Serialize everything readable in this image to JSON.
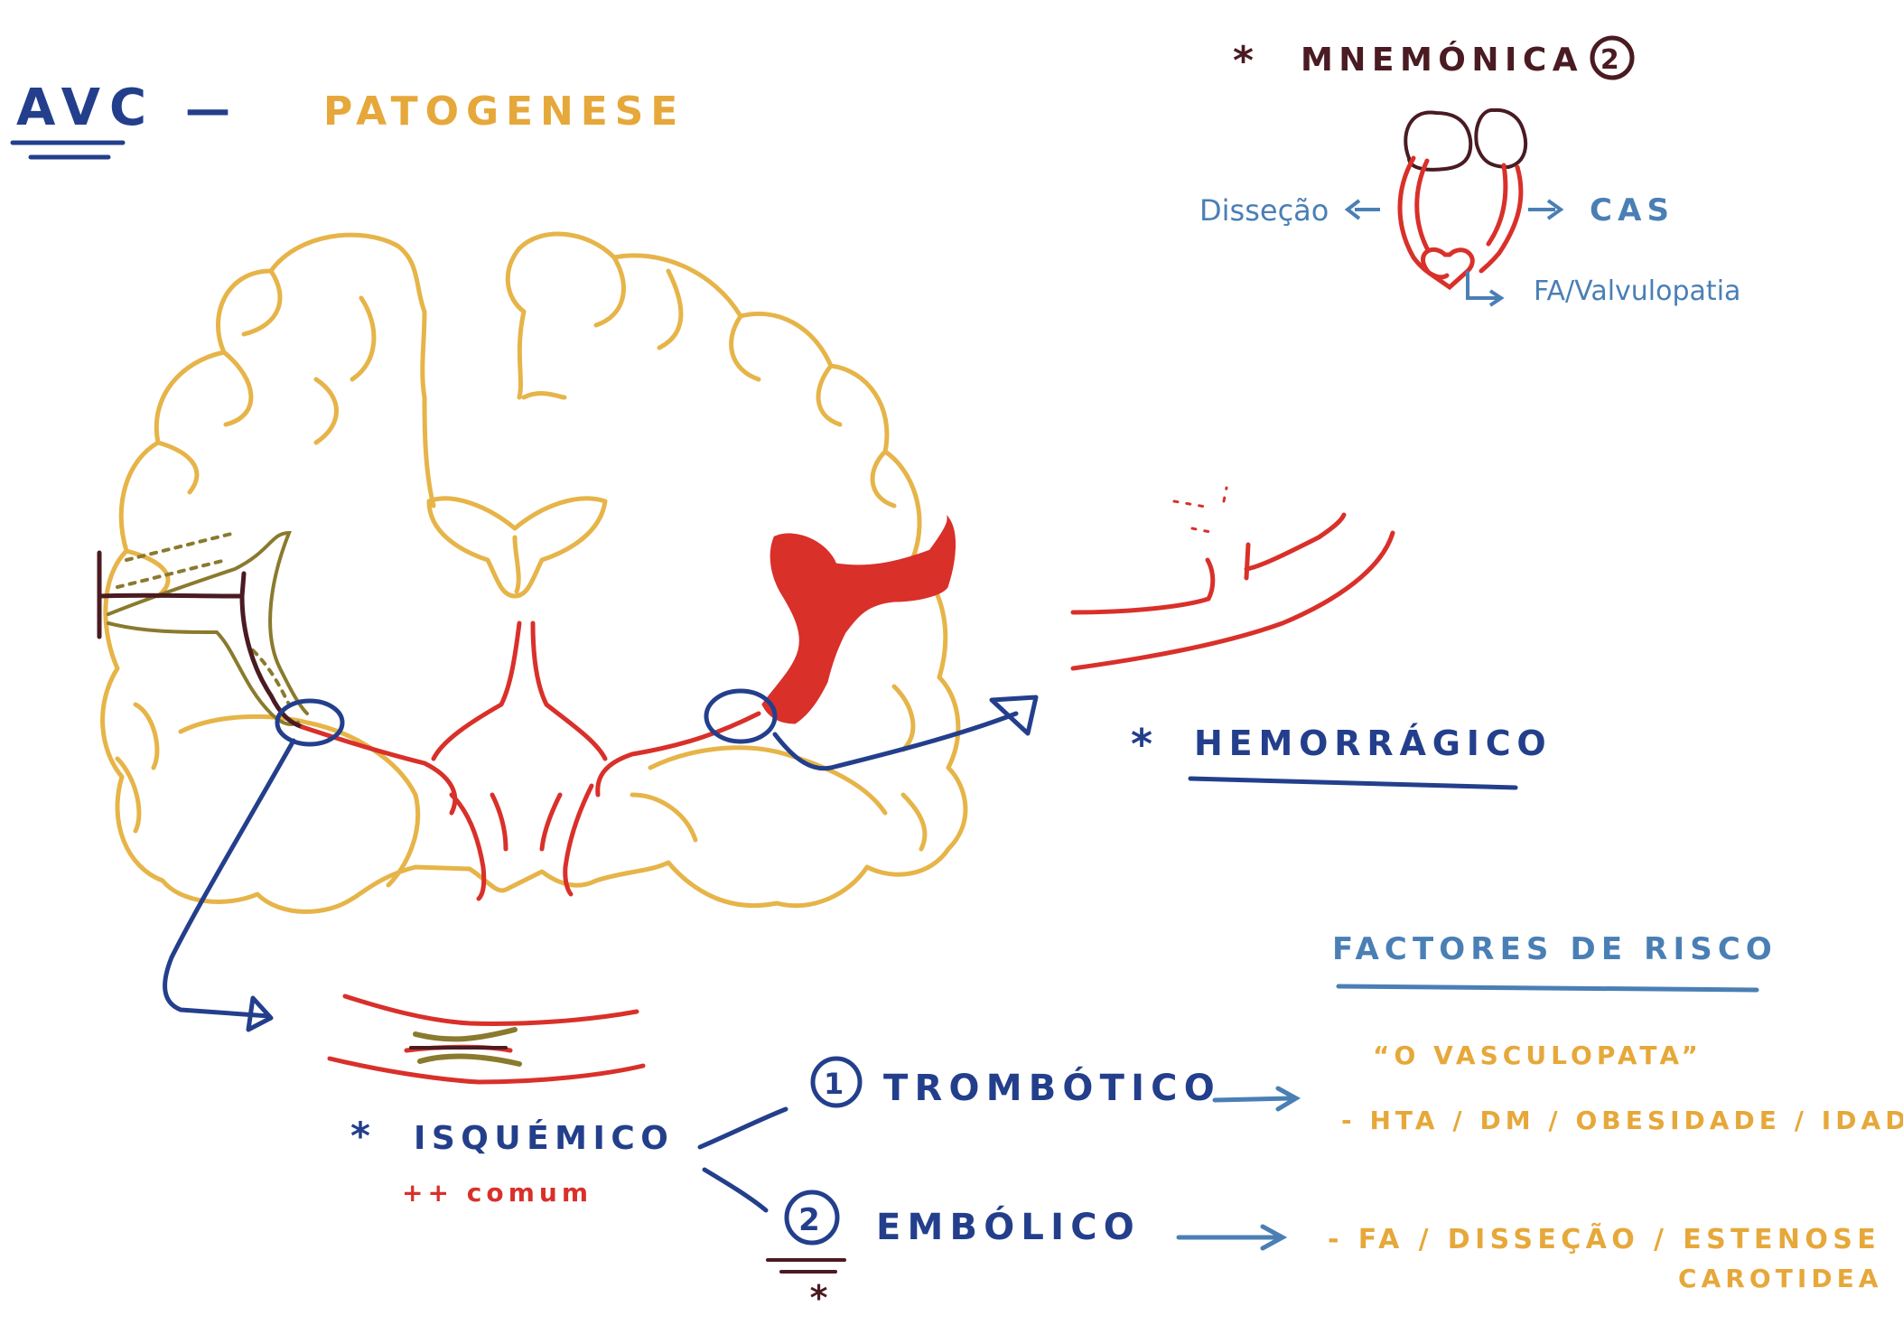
{
  "title": {
    "main": "AVC",
    "dash": "—",
    "subtitle": "PATOGENESE"
  },
  "mnemonic": {
    "star": "*",
    "label": "MNEMÓNICA",
    "number": "2",
    "left_label": "Disseção",
    "right_label": "CAS",
    "bottom_label": "FA/Valvulopatia"
  },
  "hemorrhagic": {
    "star": "*",
    "label": "HEMORRÁGICO"
  },
  "ischemic": {
    "star": "*",
    "label": "ISQUÉMICO",
    "note": "++ comum"
  },
  "types": [
    {
      "number": "1",
      "label": "TROMBÓTICO",
      "risks": [
        "“O VASCULOPATA”",
        "- HTA / DM / OBESIDADE / IDADE"
      ]
    },
    {
      "number": "2",
      "label": "EMBÓLICO",
      "risks": [
        "- FA / DISSEÇÃO / ESTENOSE",
        "CAROTIDEA"
      ],
      "footnote": "*"
    }
  ],
  "risk_factors": {
    "heading": "FACTORES DE RISCO"
  },
  "colors": {
    "navy": "#233f8c",
    "sky": "#4a7fb5",
    "gold": "#e6a83a",
    "red": "#d9302a",
    "dark": "#4a1b22",
    "olive": "#8a7a2e"
  }
}
